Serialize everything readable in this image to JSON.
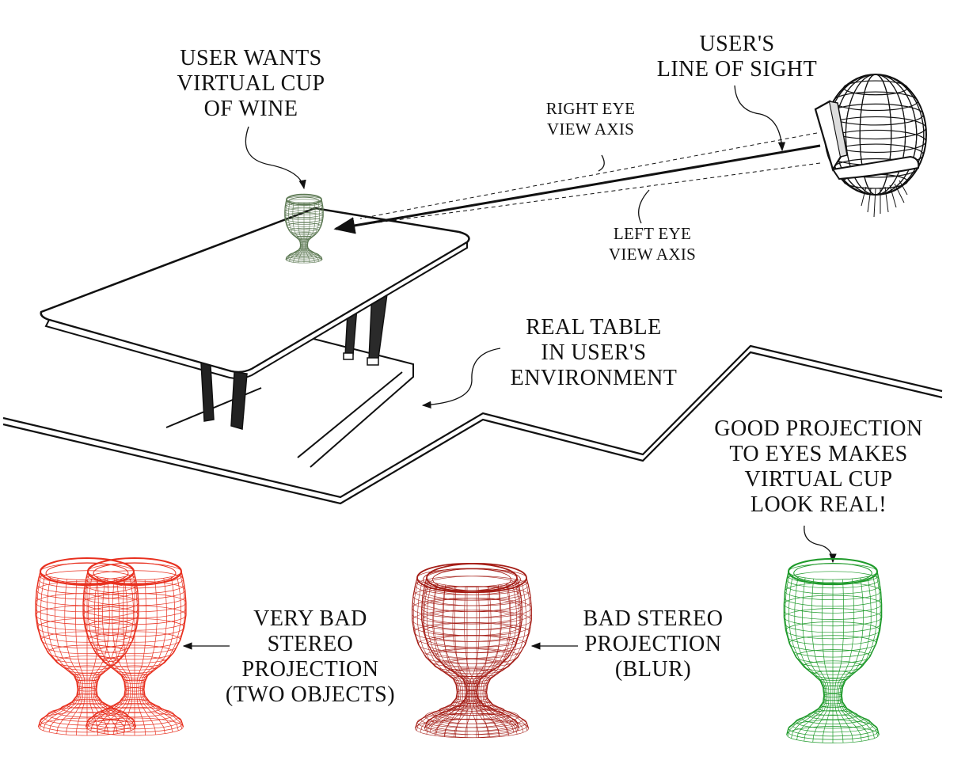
{
  "labels": {
    "user_wants": [
      "USER WANTS",
      "VIRTUAL CUP",
      "OF WINE"
    ],
    "line_of_sight": [
      "USER'S",
      "LINE OF SIGHT"
    ],
    "right_eye": [
      "RIGHT EYE",
      "VIEW AXIS"
    ],
    "left_eye": [
      "LEFT EYE",
      "VIEW AXIS"
    ],
    "real_table": [
      "REAL TABLE",
      "IN USER'S",
      "ENVIRONMENT"
    ],
    "good_projection": [
      "GOOD PROJECTION",
      "TO EYES MAKES",
      "VIRTUAL CUP",
      "LOOK REAL!"
    ],
    "very_bad": [
      "VERY BAD",
      "STEREO",
      "PROJECTION",
      "(TWO OBJECTS)"
    ],
    "bad_stereo": [
      "BAD STEREO",
      "PROJECTION",
      "(BLUR)"
    ]
  },
  "colors": {
    "ink": "#111111",
    "cup_virtual": "#5e7a55",
    "cup_bad": "#e8301f",
    "cup_blur": "#a51f18",
    "cup_good": "#1e9a2a"
  }
}
